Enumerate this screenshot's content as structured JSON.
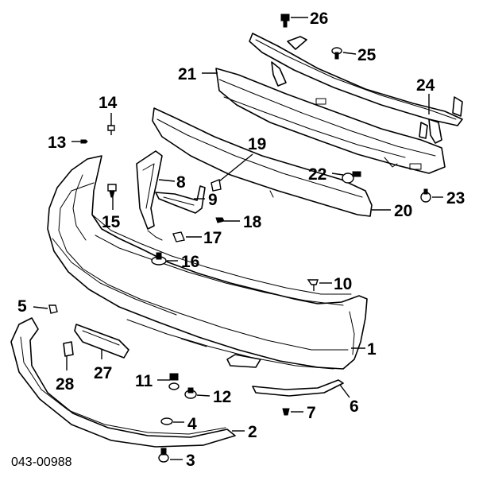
{
  "diagram_code": "043-00988",
  "callouts": {
    "p1": "1",
    "p2": "2",
    "p3": "3",
    "p4": "4",
    "p5": "5",
    "p6": "6",
    "p7": "7",
    "p8": "8",
    "p9": "9",
    "p10": "10",
    "p11": "11",
    "p12": "12",
    "p13": "13",
    "p14": "14",
    "p15": "15",
    "p16": "16",
    "p17": "17",
    "p18": "18",
    "p19": "19",
    "p20": "20",
    "p21": "21",
    "p22": "22",
    "p23": "23",
    "p24": "24",
    "p25": "25",
    "p26": "26",
    "p27": "27",
    "p28": "28"
  }
}
